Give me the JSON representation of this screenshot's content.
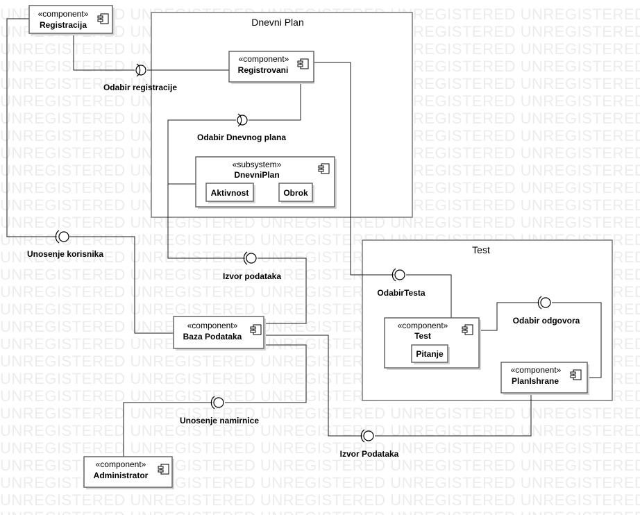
{
  "watermark": "UNREGISTERED",
  "packages": {
    "dnevni_plan": {
      "title": "Dnevni Plan"
    },
    "test": {
      "title": "Test"
    }
  },
  "components": {
    "registracija": {
      "stereotype": "«component»",
      "name": "Registracija"
    },
    "registrovani": {
      "stereotype": "«component»",
      "name": "Registrovani"
    },
    "dnevni_plan_subsystem": {
      "stereotype": "«subsystem»",
      "name": "DnevniPlan"
    },
    "aktivnost": {
      "name": "Aktivnost"
    },
    "obrok": {
      "name": "Obrok"
    },
    "baza_podataka": {
      "stereotype": "«component»",
      "name": "Baza Podataka"
    },
    "administrator": {
      "stereotype": "«component»",
      "name": "Administrator"
    },
    "test": {
      "stereotype": "«component»",
      "name": "Test"
    },
    "pitanje": {
      "name": "Pitanje"
    },
    "plan_ishrane": {
      "stereotype": "«component»",
      "name": "PlanIshrane"
    }
  },
  "interfaces": {
    "odabir_registracije": "Odabir registracije",
    "odabir_dnevnog_plana": "Odabir Dnevnog plana",
    "unosenje_korisnika": "Unosenje korisnika",
    "izvor_podataka_1": "Izvor podataka",
    "odabir_testa": "OdabirTesta",
    "odabir_odgovora": "Odabir odgovora",
    "unosenje_namirnice": "Unosenje namirnice",
    "izvor_podataka_2": "Izvor Podataka"
  },
  "colors": {
    "box_border": "#666666",
    "shadow": "#d4d4d4",
    "watermark": "#ececec",
    "line": "#1a1a1a"
  }
}
